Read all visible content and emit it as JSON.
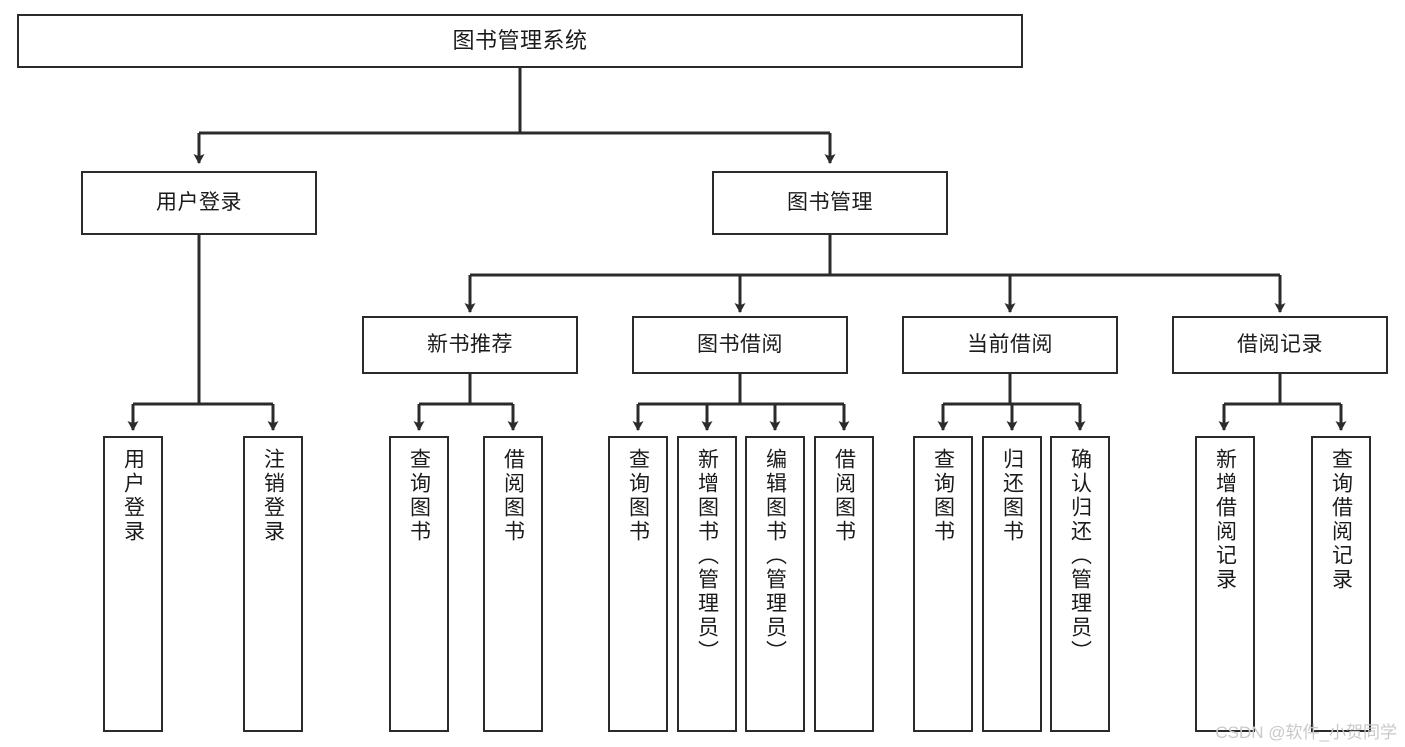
{
  "diagram": {
    "title": "图书管理系统",
    "type": "tree-hierarchy",
    "background_color": "#ffffff",
    "line_color": "#2b2b2b",
    "text_color": "#1b1b1b",
    "levels": {
      "root": {
        "label": "图书管理系统"
      },
      "branches": [
        {
          "label": "用户登录"
        },
        {
          "label": "图书管理"
        }
      ],
      "subbranches": [
        {
          "label": "新书推荐"
        },
        {
          "label": "图书借阅"
        },
        {
          "label": "当前借阅"
        },
        {
          "label": "借阅记录"
        }
      ],
      "leaves": [
        {
          "label": "用户登录",
          "parent": "用户登录"
        },
        {
          "label": "注销登录",
          "parent": "用户登录"
        },
        {
          "label": "查询图书",
          "parent": "新书推荐"
        },
        {
          "label": "借阅图书",
          "parent": "新书推荐"
        },
        {
          "label": "查询图书",
          "parent": "图书借阅"
        },
        {
          "label": "新增图书（管理员）",
          "parent": "图书借阅"
        },
        {
          "label": "编辑图书（管理员）",
          "parent": "图书借阅"
        },
        {
          "label": "借阅图书",
          "parent": "图书借阅"
        },
        {
          "label": "查询图书",
          "parent": "当前借阅"
        },
        {
          "label": "归还图书",
          "parent": "当前借阅"
        },
        {
          "label": "确认归还（管理员）",
          "parent": "当前借阅"
        },
        {
          "label": "新增借阅记录",
          "parent": "借阅记录"
        },
        {
          "label": "查询借阅记录",
          "parent": "借阅记录"
        }
      ]
    }
  },
  "watermark": {
    "text": "CSDN @软件_小贺同学",
    "color": "#c9c9c9"
  }
}
